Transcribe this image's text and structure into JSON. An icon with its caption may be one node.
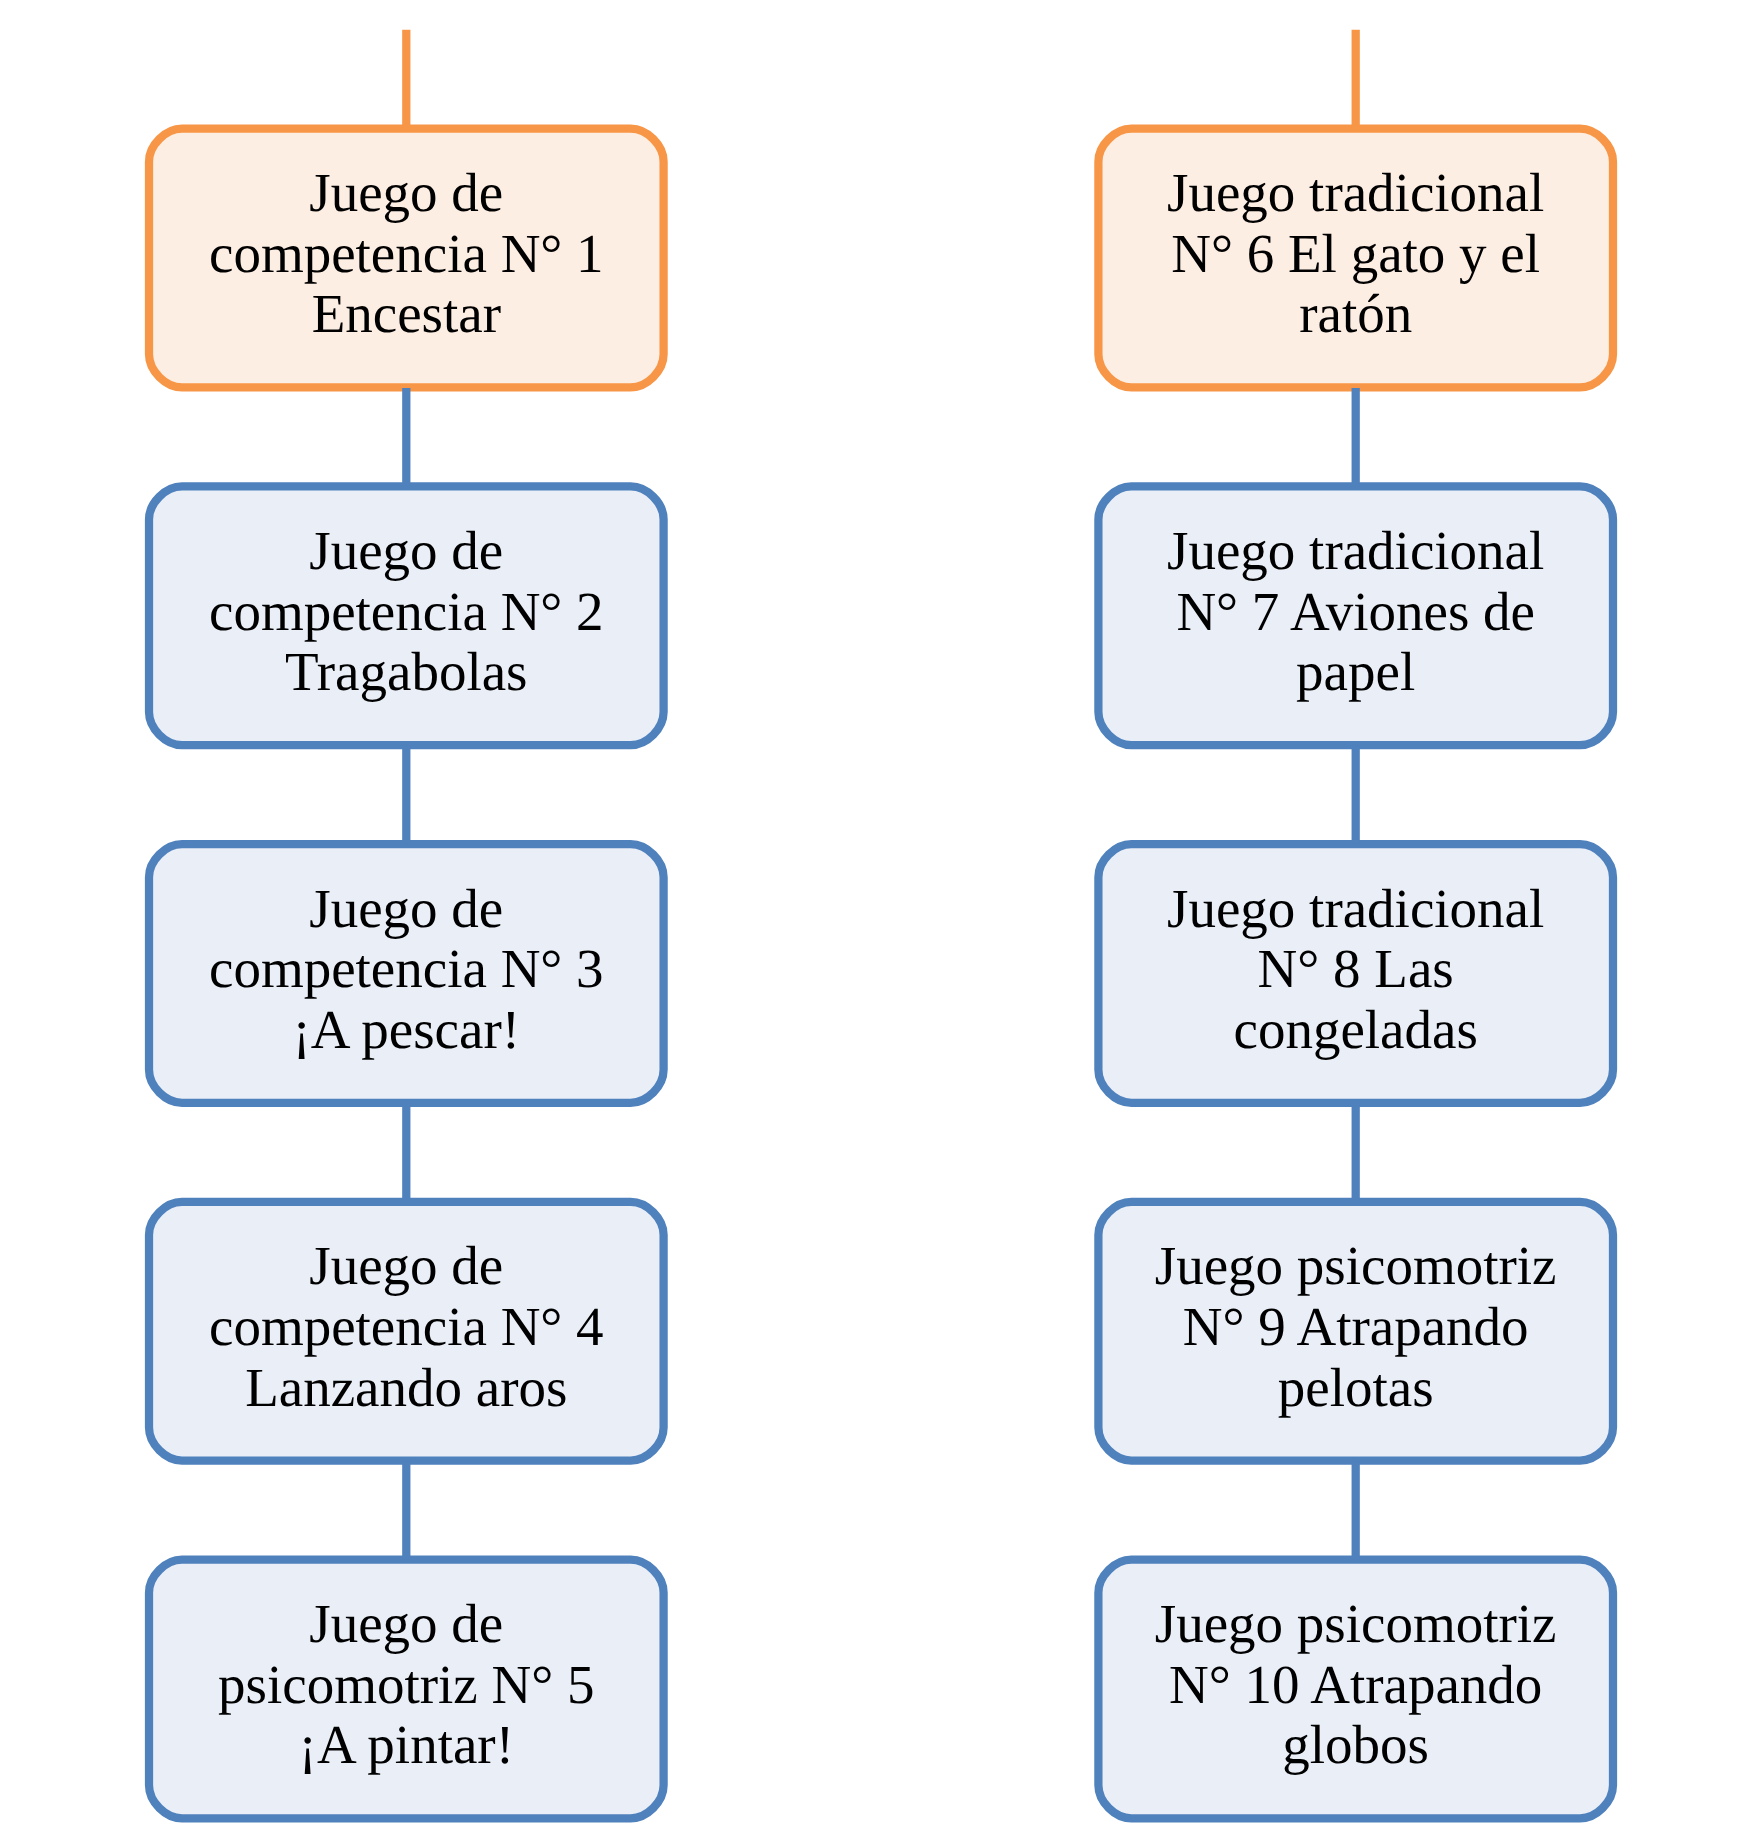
{
  "diagram": {
    "nodes": [
      {
        "text": [
          "Juego de competencia N° 1 Encestar"
        ]
      },
      {
        "text": [
          "Juego de competencia N° 2 Tragabolas"
        ]
      },
      {
        "text": [
          "Juego de competencia N° 3 ¡A pescar!"
        ]
      },
      {
        "text": [
          "Juego de competencia N° 4 Lanzando aros"
        ]
      },
      {
        "text": [
          "Juego de psicomotriz N° 5 ¡A pintar!"
        ]
      },
      {
        "text": [
          "Juego tradicional N° 6 El gato y el ratón"
        ]
      },
      {
        "text": [
          "Juego tradicional N° 7 Aviones de papel"
        ]
      },
      {
        "text": [
          "Juego tradicional N° 8 Las congeladas"
        ]
      },
      {
        "text": [
          "Juego psicomotriz N° 9 Atrapando pelotas"
        ]
      },
      {
        "text": [
          "Juego psicomotriz N° 10 Atrapando globos"
        ]
      }
    ],
    "edges": [
      {
        "from": null,
        "to": 0,
        "arrow": "none",
        "color": "#f79646"
      },
      {
        "from": 0,
        "to": 1,
        "arrow": "none"
      },
      {
        "from": 1,
        "to": 2,
        "arrow": "none"
      },
      {
        "from": 2,
        "to": 3,
        "arrow": "none"
      },
      {
        "from": 3,
        "to": 4,
        "arrow": "none"
      },
      {
        "from": null,
        "to": 5,
        "arrow": "none",
        "color": "#f79646"
      },
      {
        "from": 5,
        "to": 6,
        "arrow": "none"
      },
      {
        "from": 6,
        "to": 7,
        "arrow": "none"
      },
      {
        "from": 7,
        "to": 8,
        "arrow": "none"
      },
      {
        "from": 8,
        "to": 9,
        "arrow": "none"
      }
    ]
  }
}
